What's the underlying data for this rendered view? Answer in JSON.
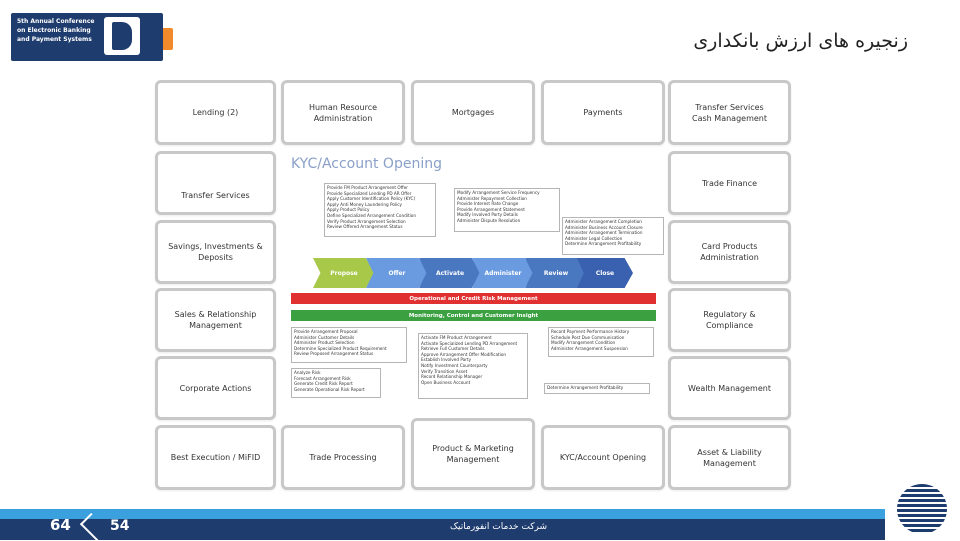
{
  "header": {
    "logo_text": "5th Annual Conference on Electronic Banking and Payment Systems",
    "title": "زنجیره های ارزش بانکداری"
  },
  "tiles": {
    "lending": "Lending (2)",
    "hr_admin": "Human Resource Administration",
    "mortgages": "Mortgages",
    "payments": "Payments",
    "transfer_cash": "Transfer Services Cash Management",
    "transfer_services": "Transfer Services",
    "trade_finance": "Trade Finance",
    "savings": "Savings, Investments & Deposits",
    "card_products": "Card Products Administration",
    "sales_rel": "Sales & Relationship Management",
    "regulatory": "Regulatory & Compliance",
    "corporate_actions": "Corporate Actions",
    "wealth": "Wealth Management",
    "best_exec": "Best Execution / MiFID",
    "trade_processing": "Trade Processing",
    "product_marketing": "Product & Marketing Management",
    "kyc_tile": "KYC/Account Opening"
  },
  "panel": {
    "title": "KYC/Account Opening",
    "box1": [
      "Provide FM Product Arrangement Offer",
      "Provide Specialized Lending PD AR Offer",
      "Apply Customer Identification Policy (KYC)",
      "Apply Anti Money Laundering Policy",
      "Apply Product Policy",
      "Define Specialized Arrangement Condition",
      "Verify Product Arrangement Selection",
      "Review Offered Arrangement Status"
    ],
    "box2": [
      "Modify Arrangement Service Frequency",
      "Administer Repayment Collection",
      "Provide Interest Rate Change",
      "Provide Arrangement Statement",
      "Modify Involved Party Details",
      "Administer Dispute Resolution"
    ],
    "box3": [
      "Administer Arrangement Completion",
      "Administer Business Account Closure",
      "Administer Arrangement Termination",
      "Administer Legal Collection",
      "Determine Arrangement Profitability"
    ],
    "stages": [
      "Propose",
      "Offer",
      "Activate",
      "Administer",
      "Review",
      "Close"
    ],
    "band1": "Operational and Credit Risk Management",
    "band2": "Monitoring, Control and Customer Insight",
    "box4": [
      "Provide Arrangement Proposal",
      "Administer Customer Details",
      "Administer Product Selection",
      "Determine Specialized Product Requirement",
      "Review Proposed Arrangement Status"
    ],
    "box5": [
      "Activate FM Product Arrangement",
      "Activate Specialized Lending PD Arrangement",
      "Retrieve Full Customer Details",
      "Approve Arrangement Offer Modification",
      "Establish Involved Party",
      "Notify Investment Counterparty",
      "Verify Transition Asset",
      "Record Relationship Manager",
      "Open Business Account"
    ],
    "box6": [
      "Record Payment Performance History",
      "Schedule Post Due Communication",
      "Modify Arrangement Condition",
      "Administer Arrangement Suspension"
    ],
    "box7": [
      "Analyze Risk",
      "Forecast Arrangement Risk",
      "Generate Credit Risk Report",
      "Generate Operational Risk Report"
    ],
    "box8": [
      "Determine Arrangement Profitability"
    ]
  },
  "footer": {
    "page_a": "64",
    "page_b": "54",
    "company": "شرکت خدمات انفورماتیک"
  },
  "colors": {
    "navy": "#1e3c6e",
    "accent": "#3aa0de",
    "stage_green": "#a8c84a",
    "stage_blue": "#4a78c0",
    "band_red": "#e03030",
    "band_green": "#3aa040"
  }
}
